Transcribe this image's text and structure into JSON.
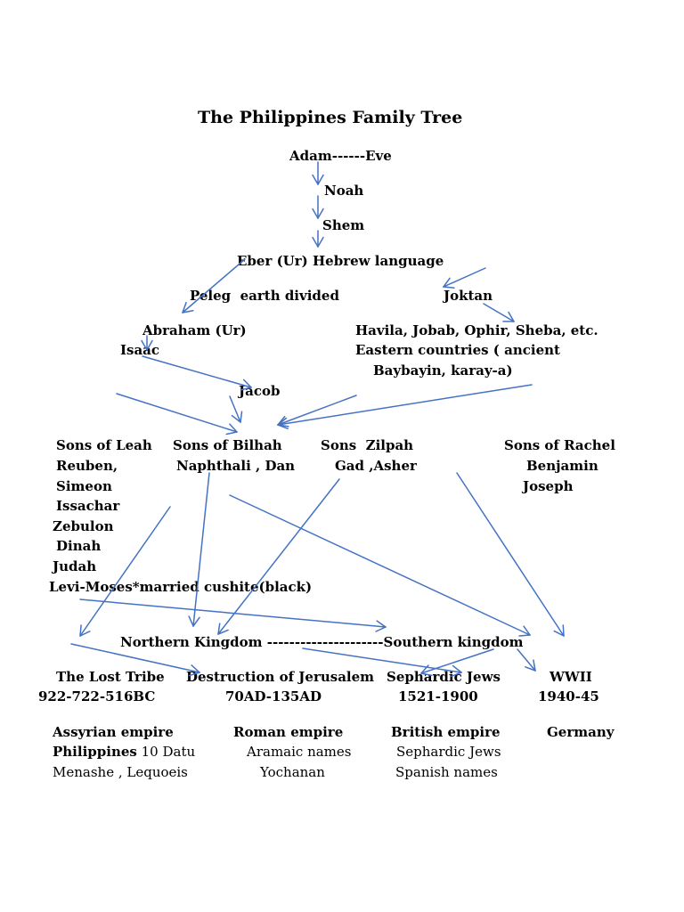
{
  "title": "The Philippines Family Tree",
  "colors": {
    "arrow": "#4472c4",
    "text": "#000000"
  },
  "lineage": {
    "adam_eve": "Adam------Eve",
    "noah": "Noah",
    "shem": "Shem",
    "eber": "Eber (Ur) Hebrew language",
    "peleg": "Peleg  earth divided",
    "joktan": "Joktan",
    "abraham": "Abraham (Ur)",
    "isaac": "Isaac",
    "jacob": "Jacob",
    "joktan_sons": "Havila, Jobab, Ophir, Sheba, etc.",
    "eastern_1": "Eastern countries ( ancient",
    "eastern_2": "Baybayin, karay-a)"
  },
  "tribes": {
    "leah": {
      "heading": "Sons of Leah",
      "members": [
        "Reuben,",
        "Simeon",
        "Issachar",
        "Zebulon",
        "Dinah",
        "Judah",
        "Levi-Moses*married cushite(black)"
      ]
    },
    "bilhah": {
      "heading": "Sons of Bilhah",
      "members": [
        "Naphthali , Dan"
      ]
    },
    "zilpah": {
      "heading": "Sons  Zilpah",
      "members": [
        "Gad ,Asher"
      ]
    },
    "rachel": {
      "heading": "Sons of Rachel",
      "members": [
        "Benjamin",
        "Joseph"
      ]
    }
  },
  "kingdoms": {
    "line": "Northern Kingdom ---------------------Southern kingdom"
  },
  "eras": [
    {
      "heading": "The Lost Tribe",
      "dates": "922-722-516BC",
      "empire": "Assyrian empire",
      "note1_bold": "Philippines",
      "note1_rest": " 10 Datu",
      "note2": "Menashe , Lequoeis"
    },
    {
      "heading": "Destruction of Jerusalem",
      "dates": "70AD-135AD",
      "empire": "Roman empire",
      "note1_bold": "",
      "note1_rest": "Aramaic names",
      "note2": "Yochanan"
    },
    {
      "heading": "Sephardic Jews",
      "dates": "1521-1900",
      "empire": "British empire",
      "note1_bold": "",
      "note1_rest": "Sephardic Jews",
      "note2": "Spanish names"
    },
    {
      "heading": "WWII",
      "dates": "1940-45",
      "empire": "Germany",
      "note1_bold": "",
      "note1_rest": "",
      "note2": ""
    }
  ]
}
